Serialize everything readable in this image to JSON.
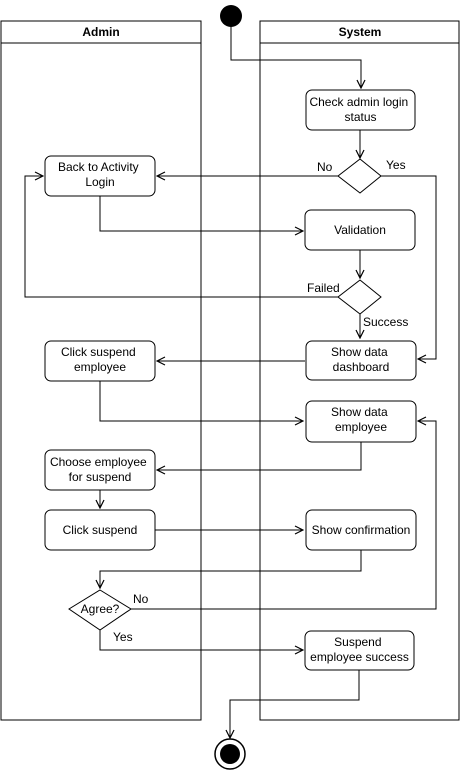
{
  "lanes": {
    "admin": "Admin",
    "system": "System"
  },
  "nodes": {
    "check_login": [
      "Check admin login",
      "status"
    ],
    "back_to_login": [
      "Back to Activity",
      "Login"
    ],
    "validation": [
      "Validation"
    ],
    "show_dashboard": [
      "Show data",
      "dashboard"
    ],
    "click_suspend_employee": [
      "Click suspend",
      "employee"
    ],
    "show_employee": [
      "Show data",
      "employee"
    ],
    "choose_employee": [
      "Choose employee",
      "for suspend"
    ],
    "click_suspend": [
      "Click suspend"
    ],
    "show_confirmation": [
      "Show confirmation"
    ],
    "agree": [
      "Agree?"
    ],
    "suspend_success": [
      "Suspend",
      "employee success"
    ]
  },
  "labels": {
    "login_no": "No",
    "login_yes": "Yes",
    "failed": "Failed",
    "success": "Success",
    "agree_no": "No",
    "agree_yes": "Yes"
  }
}
